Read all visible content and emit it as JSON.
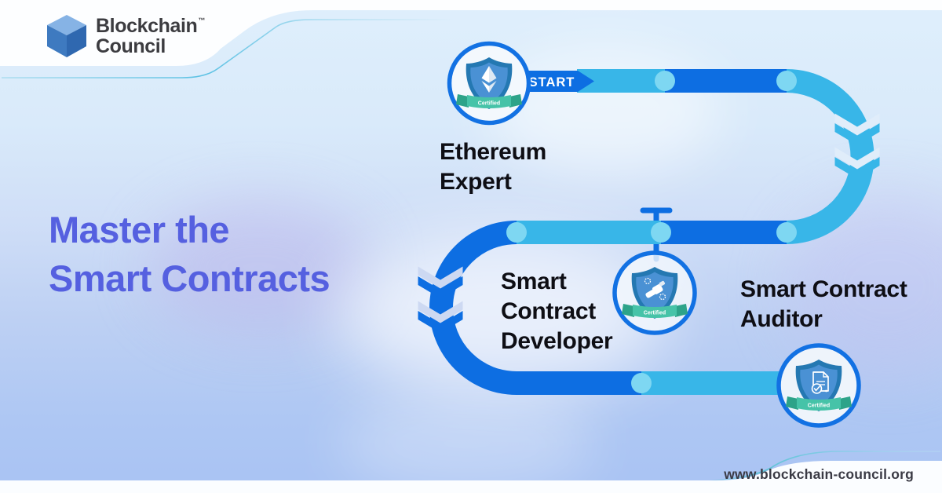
{
  "brand": {
    "name_line1": "Blockchain",
    "name_line2": "Council",
    "trademark": "™"
  },
  "headline": {
    "line1": "Master the",
    "line2": "Smart Contracts"
  },
  "roadmap": {
    "start_label": "START",
    "steps": [
      {
        "line1": "Ethereum",
        "line2": "Expert",
        "ribbon": "Certified",
        "icon": "ethereum-shield"
      },
      {
        "line1": "Smart",
        "line2": "Contract",
        "line3": "Developer",
        "ribbon": "Certified",
        "icon": "handshake-shield"
      },
      {
        "line1": "Smart Contract",
        "line2": "Auditor",
        "ribbon": "Certified",
        "icon": "audit-document-shield"
      }
    ]
  },
  "footer": {
    "website": "www.blockchain-council.org"
  },
  "palette": {
    "path_cyan": "#38b6e8",
    "path_blue": "#0d6ee2",
    "node_dot": "#7ed7f2",
    "badge_ring": "#1271e3",
    "shield_outer": "#2478b2",
    "shield_inner": "#4a91d4",
    "ribbon_teal": "#46c3a8",
    "headline_purple": "#5560e0"
  }
}
